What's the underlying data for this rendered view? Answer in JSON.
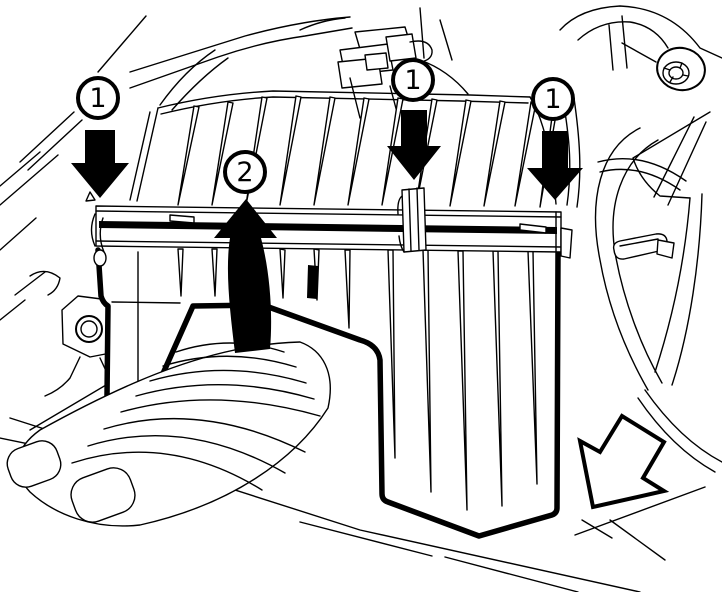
{
  "callouts": [
    {
      "label": "1"
    },
    {
      "label": "1"
    },
    {
      "label": "1"
    },
    {
      "label": "2"
    }
  ],
  "icons": {
    "down_arrow": "▼",
    "curved_up_arrow": "⬆",
    "open_down_left_arrow": "⬋"
  },
  "colors": {
    "line": "#000000",
    "background": "#ffffff"
  }
}
